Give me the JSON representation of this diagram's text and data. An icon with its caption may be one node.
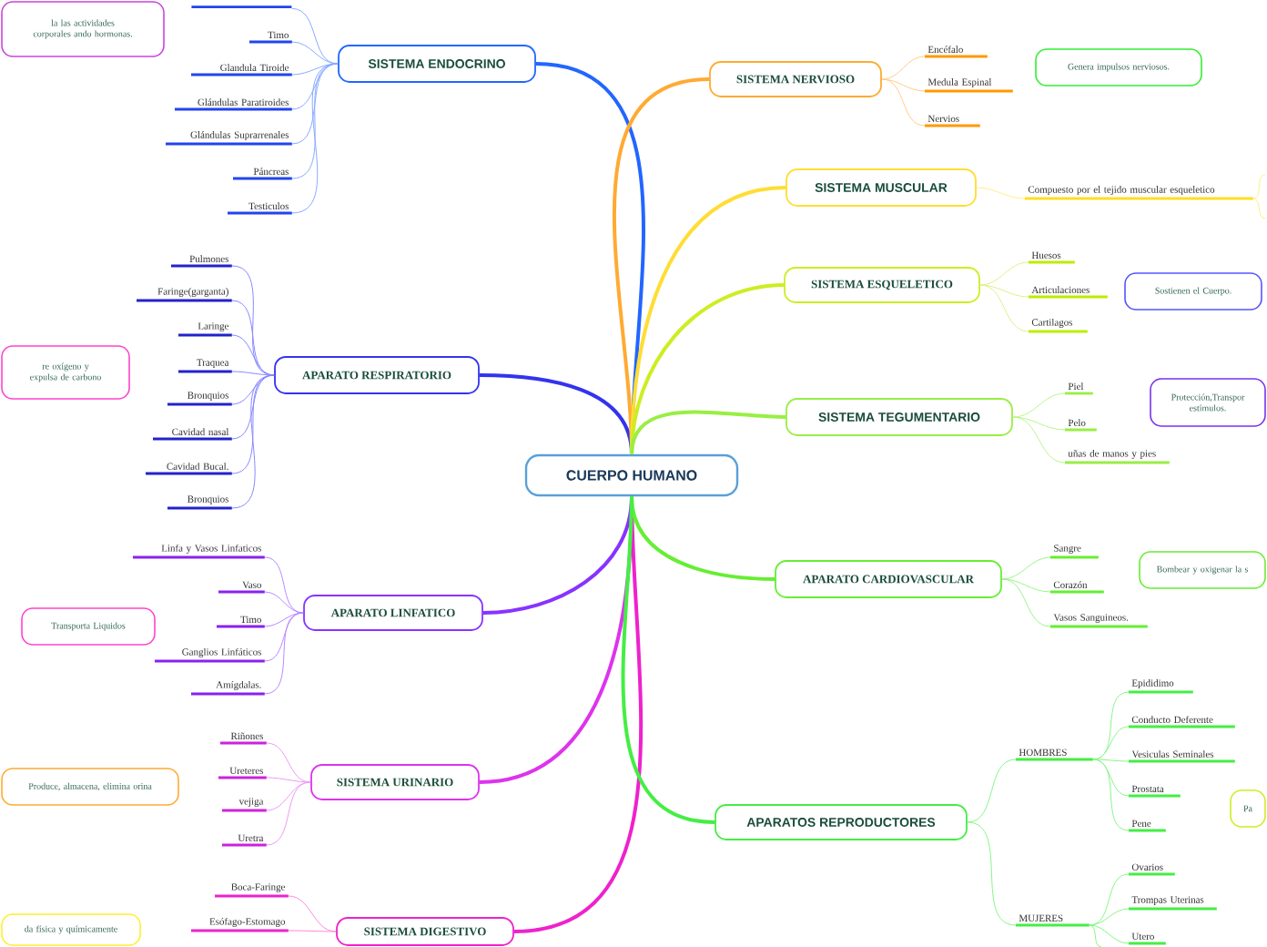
{
  "diagram": {
    "nodes": [
      {
        "text": [
          "CUERPO HUMANO"
        ]
      },
      {
        "text": [
          "SISTEMA ENDOCRINO"
        ]
      },
      {
        "text": [],
        "shape": "bar"
      },
      {
        "text": [
          "Timo"
        ]
      },
      {
        "text": [
          "Glandula Tiroide"
        ]
      },
      {
        "text": [
          "Glándulas Paratiroides"
        ]
      },
      {
        "text": [
          "Glándulas Suprarrenales"
        ]
      },
      {
        "text": [
          "Páncreas"
        ]
      },
      {
        "text": [
          "Testiculos"
        ]
      },
      {
        "text": [
          "la las actividades corporales ando hormonas."
        ]
      },
      {
        "text": [
          "APARATO RESPIRATORIO"
        ]
      },
      {
        "text": [
          "Pulmones"
        ]
      },
      {
        "text": [
          "Faringe(garganta)"
        ]
      },
      {
        "text": [
          "Laringe"
        ]
      },
      {
        "text": [
          "Traquea"
        ]
      },
      {
        "text": [
          "Bronquios"
        ]
      },
      {
        "text": [
          "Cavidad nasal"
        ]
      },
      {
        "text": [
          "Cavidad Bucal."
        ]
      },
      {
        "text": [
          "Bronquios"
        ]
      },
      {
        "text": [
          "re oxígeno y expulsa de carbono"
        ]
      },
      {
        "text": [
          "APARATO LINFATICO"
        ]
      },
      {
        "text": [
          "Linfa y Vasos Linfaticos"
        ]
      },
      {
        "text": [
          "Vaso"
        ]
      },
      {
        "text": [
          "Timo"
        ]
      },
      {
        "text": [
          "Ganglios Linfáticos"
        ]
      },
      {
        "text": [
          "Amígdalas."
        ]
      },
      {
        "text": [
          "Transporta Liquidos"
        ]
      },
      {
        "text": [
          "SISTEMA URINARIO"
        ]
      },
      {
        "text": [
          "Riñones"
        ]
      },
      {
        "text": [
          "Ureteres"
        ]
      },
      {
        "text": [
          "vejiga"
        ]
      },
      {
        "text": [
          "Uretra"
        ]
      },
      {
        "text": [
          "Produce, almacena, elimina orina"
        ]
      },
      {
        "text": [
          "SISTEMA DIGESTIVO"
        ]
      },
      {
        "text": [
          "Boca-Faringe"
        ]
      },
      {
        "text": [
          "Esófago-Estomago"
        ]
      },
      {
        "text": [
          "da física y químicamente"
        ]
      },
      {
        "text": [
          "SISTEMA NERVIOSO"
        ]
      },
      {
        "text": [
          "Encéfalo"
        ]
      },
      {
        "text": [
          "Medula Espinal"
        ]
      },
      {
        "text": [
          "Nervios"
        ]
      },
      {
        "text": [
          "Genera impulsos nerviosos."
        ]
      },
      {
        "text": [
          "SISTEMA MUSCULAR"
        ]
      },
      {
        "text": [
          "Compuesto por el tejido muscular esqueletico"
        ]
      },
      {
        "text": [
          "SISTEMA ESQUELETICO"
        ]
      },
      {
        "text": [
          "Huesos"
        ]
      },
      {
        "text": [
          "Articulaciones"
        ]
      },
      {
        "text": [
          "Cartilagos"
        ]
      },
      {
        "text": [
          "Sostienen el Cuerpo."
        ]
      },
      {
        "text": [
          "SISTEMA TEGUMENTARIO"
        ]
      },
      {
        "text": [
          "Piel"
        ]
      },
      {
        "text": [
          "Pelo"
        ]
      },
      {
        "text": [
          "uñas de manos y pies"
        ]
      },
      {
        "text": [
          "Protección,Transpor estímulos."
        ]
      },
      {
        "text": [
          "APARATO CARDIOVASCULAR"
        ]
      },
      {
        "text": [
          "Sangre"
        ]
      },
      {
        "text": [
          "Corazón"
        ]
      },
      {
        "text": [
          "Vasos Sanguineos."
        ]
      },
      {
        "text": [
          "Bombear y oxigenar la s"
        ]
      },
      {
        "text": [
          "APARATOS REPRODUCTORES"
        ]
      },
      {
        "text": [
          "HOMBRES"
        ]
      },
      {
        "text": [
          "Epididimo"
        ]
      },
      {
        "text": [
          "Conducto Deferente"
        ]
      },
      {
        "text": [
          "Vesiculas Seminales"
        ]
      },
      {
        "text": [
          "Prostata"
        ]
      },
      {
        "text": [
          "Pene"
        ]
      },
      {
        "text": [
          "MUJERES"
        ]
      },
      {
        "text": [
          "Ovarios"
        ]
      },
      {
        "text": [
          "Trompas Uterinas"
        ]
      },
      {
        "text": [
          "Utero"
        ]
      },
      {
        "text": [
          "Pa"
        ]
      }
    ],
    "edges": [
      {
        "from": 0,
        "to": 1,
        "arrow": "none",
        "style": "thick",
        "color": "#2266ff"
      },
      {
        "from": 0,
        "to": 10,
        "arrow": "none",
        "style": "thick",
        "color": "#3333ee"
      },
      {
        "from": 0,
        "to": 20,
        "arrow": "none",
        "style": "thick",
        "color": "#8833ff"
      },
      {
        "from": 0,
        "to": 27,
        "arrow": "none",
        "style": "thick",
        "color": "#dd33ee"
      },
      {
        "from": 0,
        "to": 33,
        "arrow": "none",
        "style": "thick",
        "color": "#ee22cc"
      },
      {
        "from": 0,
        "to": 37,
        "arrow": "none",
        "style": "thick",
        "color": "#ffaa33"
      },
      {
        "from": 0,
        "to": 42,
        "arrow": "none",
        "style": "thick",
        "color": "#ffdd33"
      },
      {
        "from": 0,
        "to": 44,
        "arrow": "none",
        "style": "thick",
        "color": "#ccee22"
      },
      {
        "from": 0,
        "to": 49,
        "arrow": "none",
        "style": "thick",
        "color": "#99ee44"
      },
      {
        "from": 0,
        "to": 54,
        "arrow": "none",
        "style": "thick",
        "color": "#66ee33"
      },
      {
        "from": 0,
        "to": 59,
        "arrow": "none",
        "style": "thick",
        "color": "#44ee44"
      },
      {
        "from": 1,
        "to": 2,
        "arrow": "none",
        "color": "#88aaff"
      },
      {
        "from": 1,
        "to": 3,
        "arrow": "none",
        "color": "#88aaff"
      },
      {
        "from": 1,
        "to": 4,
        "arrow": "none",
        "color": "#88aaff"
      },
      {
        "from": 1,
        "to": 5,
        "arrow": "none",
        "color": "#88aaff"
      },
      {
        "from": 1,
        "to": 6,
        "arrow": "none",
        "color": "#88aaff"
      },
      {
        "from": 1,
        "to": 7,
        "arrow": "none",
        "color": "#88aaff"
      },
      {
        "from": 1,
        "to": 8,
        "arrow": "none",
        "color": "#88aaff"
      },
      {
        "from": 10,
        "to": 11,
        "arrow": "none",
        "color": "#8888ff"
      },
      {
        "from": 10,
        "to": 12,
        "arrow": "none",
        "color": "#8888ff"
      },
      {
        "from": 10,
        "to": 13,
        "arrow": "none",
        "color": "#8888ff"
      },
      {
        "from": 10,
        "to": 14,
        "arrow": "none",
        "color": "#8888ff"
      },
      {
        "from": 10,
        "to": 15,
        "arrow": "none",
        "color": "#8888ff"
      },
      {
        "from": 10,
        "to": 16,
        "arrow": "none",
        "color": "#8888ff"
      },
      {
        "from": 10,
        "to": 17,
        "arrow": "none",
        "color": "#8888ff"
      },
      {
        "from": 10,
        "to": 18,
        "arrow": "none",
        "color": "#8888ff"
      },
      {
        "from": 20,
        "to": 21,
        "arrow": "none",
        "color": "#bb88ff"
      },
      {
        "from": 20,
        "to": 22,
        "arrow": "none",
        "color": "#bb88ff"
      },
      {
        "from": 20,
        "to": 23,
        "arrow": "none",
        "color": "#bb88ff"
      },
      {
        "from": 20,
        "to": 24,
        "arrow": "none",
        "color": "#bb88ff"
      },
      {
        "from": 20,
        "to": 25,
        "arrow": "none",
        "color": "#bb88ff"
      },
      {
        "from": 27,
        "to": 28,
        "arrow": "none",
        "color": "#ee99f5"
      },
      {
        "from": 27,
        "to": 29,
        "arrow": "none",
        "color": "#ee99f5"
      },
      {
        "from": 27,
        "to": 30,
        "arrow": "none",
        "color": "#ee99f5"
      },
      {
        "from": 27,
        "to": 31,
        "arrow": "none",
        "color": "#ee99f5"
      },
      {
        "from": 33,
        "to": 34,
        "arrow": "none",
        "color": "#ff88dd"
      },
      {
        "from": 33,
        "to": 35,
        "arrow": "none",
        "color": "#ff88dd"
      },
      {
        "from": 37,
        "to": 38,
        "arrow": "none",
        "color": "#ffcc88"
      },
      {
        "from": 37,
        "to": 39,
        "arrow": "none",
        "color": "#ffcc88"
      },
      {
        "from": 37,
        "to": 40,
        "arrow": "none",
        "color": "#ffcc88"
      },
      {
        "from": 42,
        "to": 43,
        "arrow": "none",
        "color": "#ffee88"
      },
      {
        "from": 43,
        "to": null,
        "arrow": "none",
        "color": "#ffee88"
      },
      {
        "from": 43,
        "to": null,
        "arrow": "none",
        "color": "#ffee88"
      },
      {
        "from": 44,
        "to": 45,
        "arrow": "none",
        "color": "#ddf088"
      },
      {
        "from": 44,
        "to": 46,
        "arrow": "none",
        "color": "#ddf088"
      },
      {
        "from": 44,
        "to": 47,
        "arrow": "none",
        "color": "#ddf088"
      },
      {
        "from": 49,
        "to": 50,
        "arrow": "none",
        "color": "#bbf588"
      },
      {
        "from": 49,
        "to": 51,
        "arrow": "none",
        "color": "#bbf588"
      },
      {
        "from": 49,
        "to": 52,
        "arrow": "none",
        "color": "#bbf588"
      },
      {
        "from": 54,
        "to": 55,
        "arrow": "none",
        "color": "#99f588"
      },
      {
        "from": 54,
        "to": 56,
        "arrow": "none",
        "color": "#99f588"
      },
      {
        "from": 54,
        "to": 57,
        "arrow": "none",
        "color": "#99f588"
      },
      {
        "from": 59,
        "to": 60,
        "arrow": "none",
        "color": "#88f588"
      },
      {
        "from": 59,
        "to": 66,
        "arrow": "none",
        "color": "#88f588"
      },
      {
        "from": 60,
        "to": 61,
        "arrow": "none",
        "color": "#88f588"
      },
      {
        "from": 60,
        "to": 62,
        "arrow": "none",
        "color": "#88f588"
      },
      {
        "from": 60,
        "to": 63,
        "arrow": "none",
        "color": "#88f588"
      },
      {
        "from": 60,
        "to": 64,
        "arrow": "none",
        "color": "#88f588"
      },
      {
        "from": 60,
        "to": 65,
        "arrow": "none",
        "color": "#88f588"
      },
      {
        "from": 66,
        "to": 67,
        "arrow": "none",
        "color": "#88f588"
      },
      {
        "from": 66,
        "to": 68,
        "arrow": "none",
        "color": "#88f588"
      },
      {
        "from": 66,
        "to": 69,
        "arrow": "none",
        "color": "#88f588"
      },
      {
        "from": 66,
        "to": null,
        "arrow": "none",
        "color": "#88f588"
      }
    ]
  }
}
